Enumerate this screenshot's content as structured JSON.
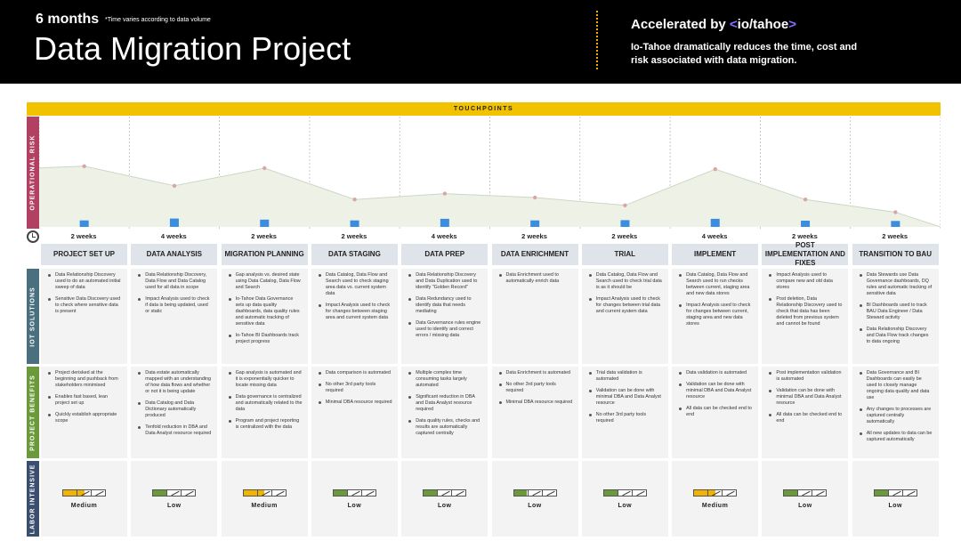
{
  "header": {
    "duration": "6 months",
    "duration_note": "*Time varies according to data volume",
    "title": "Data Migration Project",
    "accelerated_by": "Accelerated by",
    "logo_text": "io/tahoe",
    "tagline": "Io-Tahoe dramatically reduces the time, cost and risk associated with data migration."
  },
  "touchpoints_label": "TOUCHPOINTS",
  "row_labels": {
    "risk": "OPERATIONAL RISK",
    "solutions": "IOT SOLUTIONS",
    "benefits": "PROJECT BENEFITS",
    "labor": "LABOR INTENSIVE"
  },
  "colors": {
    "header_bg": "#000000",
    "accent_yellow": "#f2c200",
    "teal": "#4a6fa0",
    "green": "#6a9a3a",
    "solutions_bar": "#4a6f7f",
    "risk_bar": "#b24062",
    "benefit_bar": "#6a9a3a",
    "labor_bar": "#3a4f6f",
    "marker_blue": "#3b8de0"
  },
  "risk_levels": [
    0.62,
    0.42,
    0.6,
    0.28,
    0.34,
    0.3,
    0.22,
    0.59,
    0.28,
    0.15
  ],
  "bar_levels": [
    0.55,
    0.9,
    0.7,
    0.55,
    0.85,
    0.55,
    0.6,
    0.85,
    0.5,
    0.45
  ],
  "phases": [
    {
      "weeks": "2 weeks",
      "name": "PROJECT SET UP",
      "solutions": [
        "Data Relationship Discovery used to do an automated initial sweep of data",
        "Sensitive Data Discovery used to check where sensitive data is present"
      ],
      "benefits": [
        "Project derisked at the beginning and pushback from stakeholders minimised",
        "Enables fast based, lean project set up",
        "Quickly establish appropriate scope"
      ],
      "labor": "Medium",
      "labor_level": 0.5
    },
    {
      "weeks": "4 weeks",
      "name": "DATA ANALYSIS",
      "solutions": [
        "Data Relationship Discovery, Data Flow and Data Catalog used for all data in scope",
        "Impact Analysis used to check if data is being updated, used or static"
      ],
      "benefits": [
        "Data estate automatically mapped with an understanding of how data flows and whether or not it is being update",
        "Data Catalog and Data Dictionary automatically produced",
        "Tenfold reduction in DBA and Data Analyst resource required"
      ],
      "labor": "Low",
      "labor_level": 0.33
    },
    {
      "weeks": "2 weeks",
      "name": "MIGRATION PLANNING",
      "solutions": [
        "Gap analysis vs. desired state using Data Catalog, Data Flow and Search",
        "Io-Tahoe Data Governance sets up data quality dashboards, data quality rules and automatic tracking of sensitive data",
        "Io-Tahoe BI Dashboards track project progress"
      ],
      "benefits": [
        "Gap analysis is automated and it is exponentially quicker to locate missing data",
        "Data governance is centralized and automatically related to the data",
        "Program and project reporting is centralized with the data"
      ],
      "labor": "Medium",
      "labor_level": 0.5
    },
    {
      "weeks": "2 weeks",
      "name": "DATA STAGING",
      "solutions": [
        "Data Catalog, Data Flow and Search used to check staging area data vs. current system data",
        "Impact Analysis used to check for changes between staging area and current system data"
      ],
      "benefits": [
        "Data comparison is automated",
        "No other 3rd party tools required",
        "Minimal DBA resource required"
      ],
      "labor": "Low",
      "labor_level": 0.33
    },
    {
      "weeks": "4 weeks",
      "name": "DATA PREP",
      "solutions": [
        "Data Relationship Discovery and Data Duplication used to identify \"Golden Record\"",
        "Data Redundancy used to identify data that needs mediating",
        "Data Governance rules engine used to identify and correct errors / missing data"
      ],
      "benefits": [
        "Multiple complex time consuming tasks largely automated",
        "Significant reduction in DBA and Data Analyst resource required",
        "Data quality rules, checks and results are automatically captured centrally"
      ],
      "labor": "Low",
      "labor_level": 0.33
    },
    {
      "weeks": "2 weeks",
      "name": "DATA ENRICHMENT",
      "solutions": [
        "Data Enrichment used to automatically enrich data"
      ],
      "benefits": [
        "Data Enrichment is automated",
        "No other 3rd party tools required",
        "Minimal DBA resource required"
      ],
      "labor": "Low",
      "labor_level": 0.33
    },
    {
      "weeks": "2 weeks",
      "name": "TRIAL",
      "solutions": [
        "Data Catalog, Data Flow and Search used to check trial data is as it should be",
        "Impact Analysis used to check for changes between trial data and current system data"
      ],
      "benefits": [
        "Trial data validation is automated",
        "Validation can be done with minimal DBA and Data Analyst resource",
        "No other 3rd party tools required"
      ],
      "labor": "Low",
      "labor_level": 0.33
    },
    {
      "weeks": "4 weeks",
      "name": "IMPLEMENT",
      "solutions": [
        "Data Catalog, Data Flow and Search used to run checks between current, staging area and new data stores",
        "Impact Analysis used to check for changes between current, staging area and new data stores"
      ],
      "benefits": [
        "Data validation is automated",
        "Validation can be done with minimal DBA and Data Analyst resource",
        "All data can be checked end to end"
      ],
      "labor": "Medium",
      "labor_level": 0.5
    },
    {
      "weeks": "2 weeks",
      "name": "POST IMPLEMENTATION AND FIXES",
      "solutions": [
        "Impact Analysis used to compare new and old data stores",
        "Post deletion, Data Relationship Discovery used to check that data has been deleted from previous system and cannot be found"
      ],
      "benefits": [
        "Post implementation validation is automated",
        "Validation can be done with minimal DBA and Data Analyst resource",
        "All data can be checked end to end"
      ],
      "labor": "Low",
      "labor_level": 0.33
    },
    {
      "weeks": "2 weeks",
      "name": "TRANSITION TO BAU",
      "solutions": [
        "Data Stewards use Data Governance dashboards, DQ rules and automatic tracking of sensitive data",
        "BI Dashboards used to track BAU Data Engineer / Data Steward activity",
        "Data Relationship Discovery and Data Flow track changes to data ongoing"
      ],
      "benefits": [
        "Data Governance and BI Dashboards can easily be used to closely manage ongoing data quality and data use",
        "Any changes to processes are captured centrally automatically",
        "All new updates to data can be captured automatically"
      ],
      "labor": "Low",
      "labor_level": 0.33
    }
  ]
}
